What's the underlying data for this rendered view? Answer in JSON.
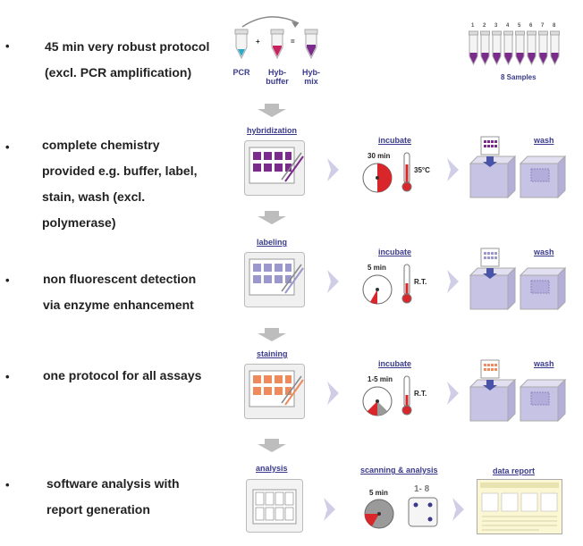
{
  "bullets": [
    {
      "text": "45 min very robust protocol\n(excl. PCR amplification)"
    },
    {
      "text": "complete chemistry\nprovided e.g. buffer, label,\nstain, wash (excl.\npolymerase)"
    },
    {
      "text": "non fluorescent detection\nvia enzyme enhancement"
    },
    {
      "text": "one protocol for all assays"
    },
    {
      "text": "software analysis with\nreport generation"
    }
  ],
  "bullet_mark": "•",
  "top": {
    "tubes": [
      "PCR",
      "Hyb-\nbuffer",
      "Hyb-\nmix"
    ],
    "ops": [
      "+",
      "="
    ],
    "samples_label": "8 Samples",
    "sample_numbers": [
      "1",
      "2",
      "3",
      "4",
      "5",
      "6",
      "7",
      "8"
    ]
  },
  "rows": [
    {
      "step": "hybridization",
      "incubate": "incubate",
      "time": "30 min",
      "temp": "35°C",
      "wash": "wash",
      "color": "#7b2b8c"
    },
    {
      "step": "labeling",
      "incubate": "incubate",
      "time": "5 min",
      "temp": "R.T.",
      "wash": "wash",
      "color": "#9a98cc"
    },
    {
      "step": "staining",
      "incubate": "incubate",
      "time": "1-5 min",
      "temp": "R.T.",
      "wash": "wash",
      "color": "#ee8a5c"
    }
  ],
  "last": {
    "step": "analysis",
    "scan": "scanning & analysis",
    "time": "5 min",
    "dice": "1- 8",
    "report": "data report"
  },
  "colors": {
    "label": "#3a3a8c",
    "red": "#d9262b",
    "purple": "#7b2b8c",
    "arrow": "#d0cde6",
    "down_arrow": "#bdbdbd"
  }
}
